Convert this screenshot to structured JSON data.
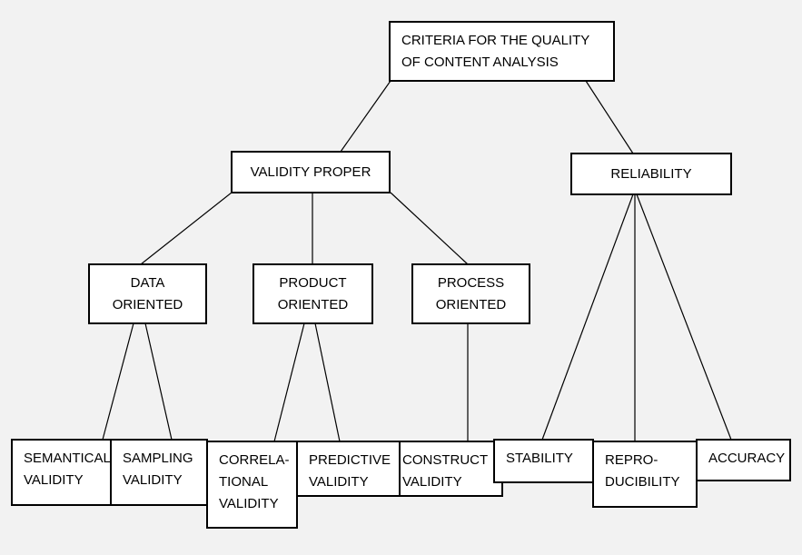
{
  "diagram": {
    "root": {
      "label": "CRITERIA FOR THE QUALITY\nOF CONTENT ANALYSIS"
    },
    "validity_proper": {
      "label": "VALIDITY PROPER"
    },
    "reliability": {
      "label": "RELIABILITY"
    },
    "data_oriented": {
      "label": "DATA\nORIENTED"
    },
    "product_oriented": {
      "label": "PRODUCT\nORIENTED"
    },
    "process_oriented": {
      "label": "PROCESS\nORIENTED"
    },
    "semantical_validity": {
      "label": "SEMANTICAL\nVALIDITY"
    },
    "sampling_validity": {
      "label": "SAMPLING\nVALIDITY"
    },
    "correlational_validity": {
      "label": "CORRELA-\nTIONAL\nVALIDITY"
    },
    "predictive_validity": {
      "label": "PREDICTIVE\nVALIDITY"
    },
    "construct_validity": {
      "label": "CONSTRUCT\nVALIDITY"
    },
    "stability": {
      "label": "STABILITY"
    },
    "reproducibility": {
      "label": "REPRO-\nDUCIBILITY"
    },
    "accuracy": {
      "label": "ACCURACY"
    }
  }
}
